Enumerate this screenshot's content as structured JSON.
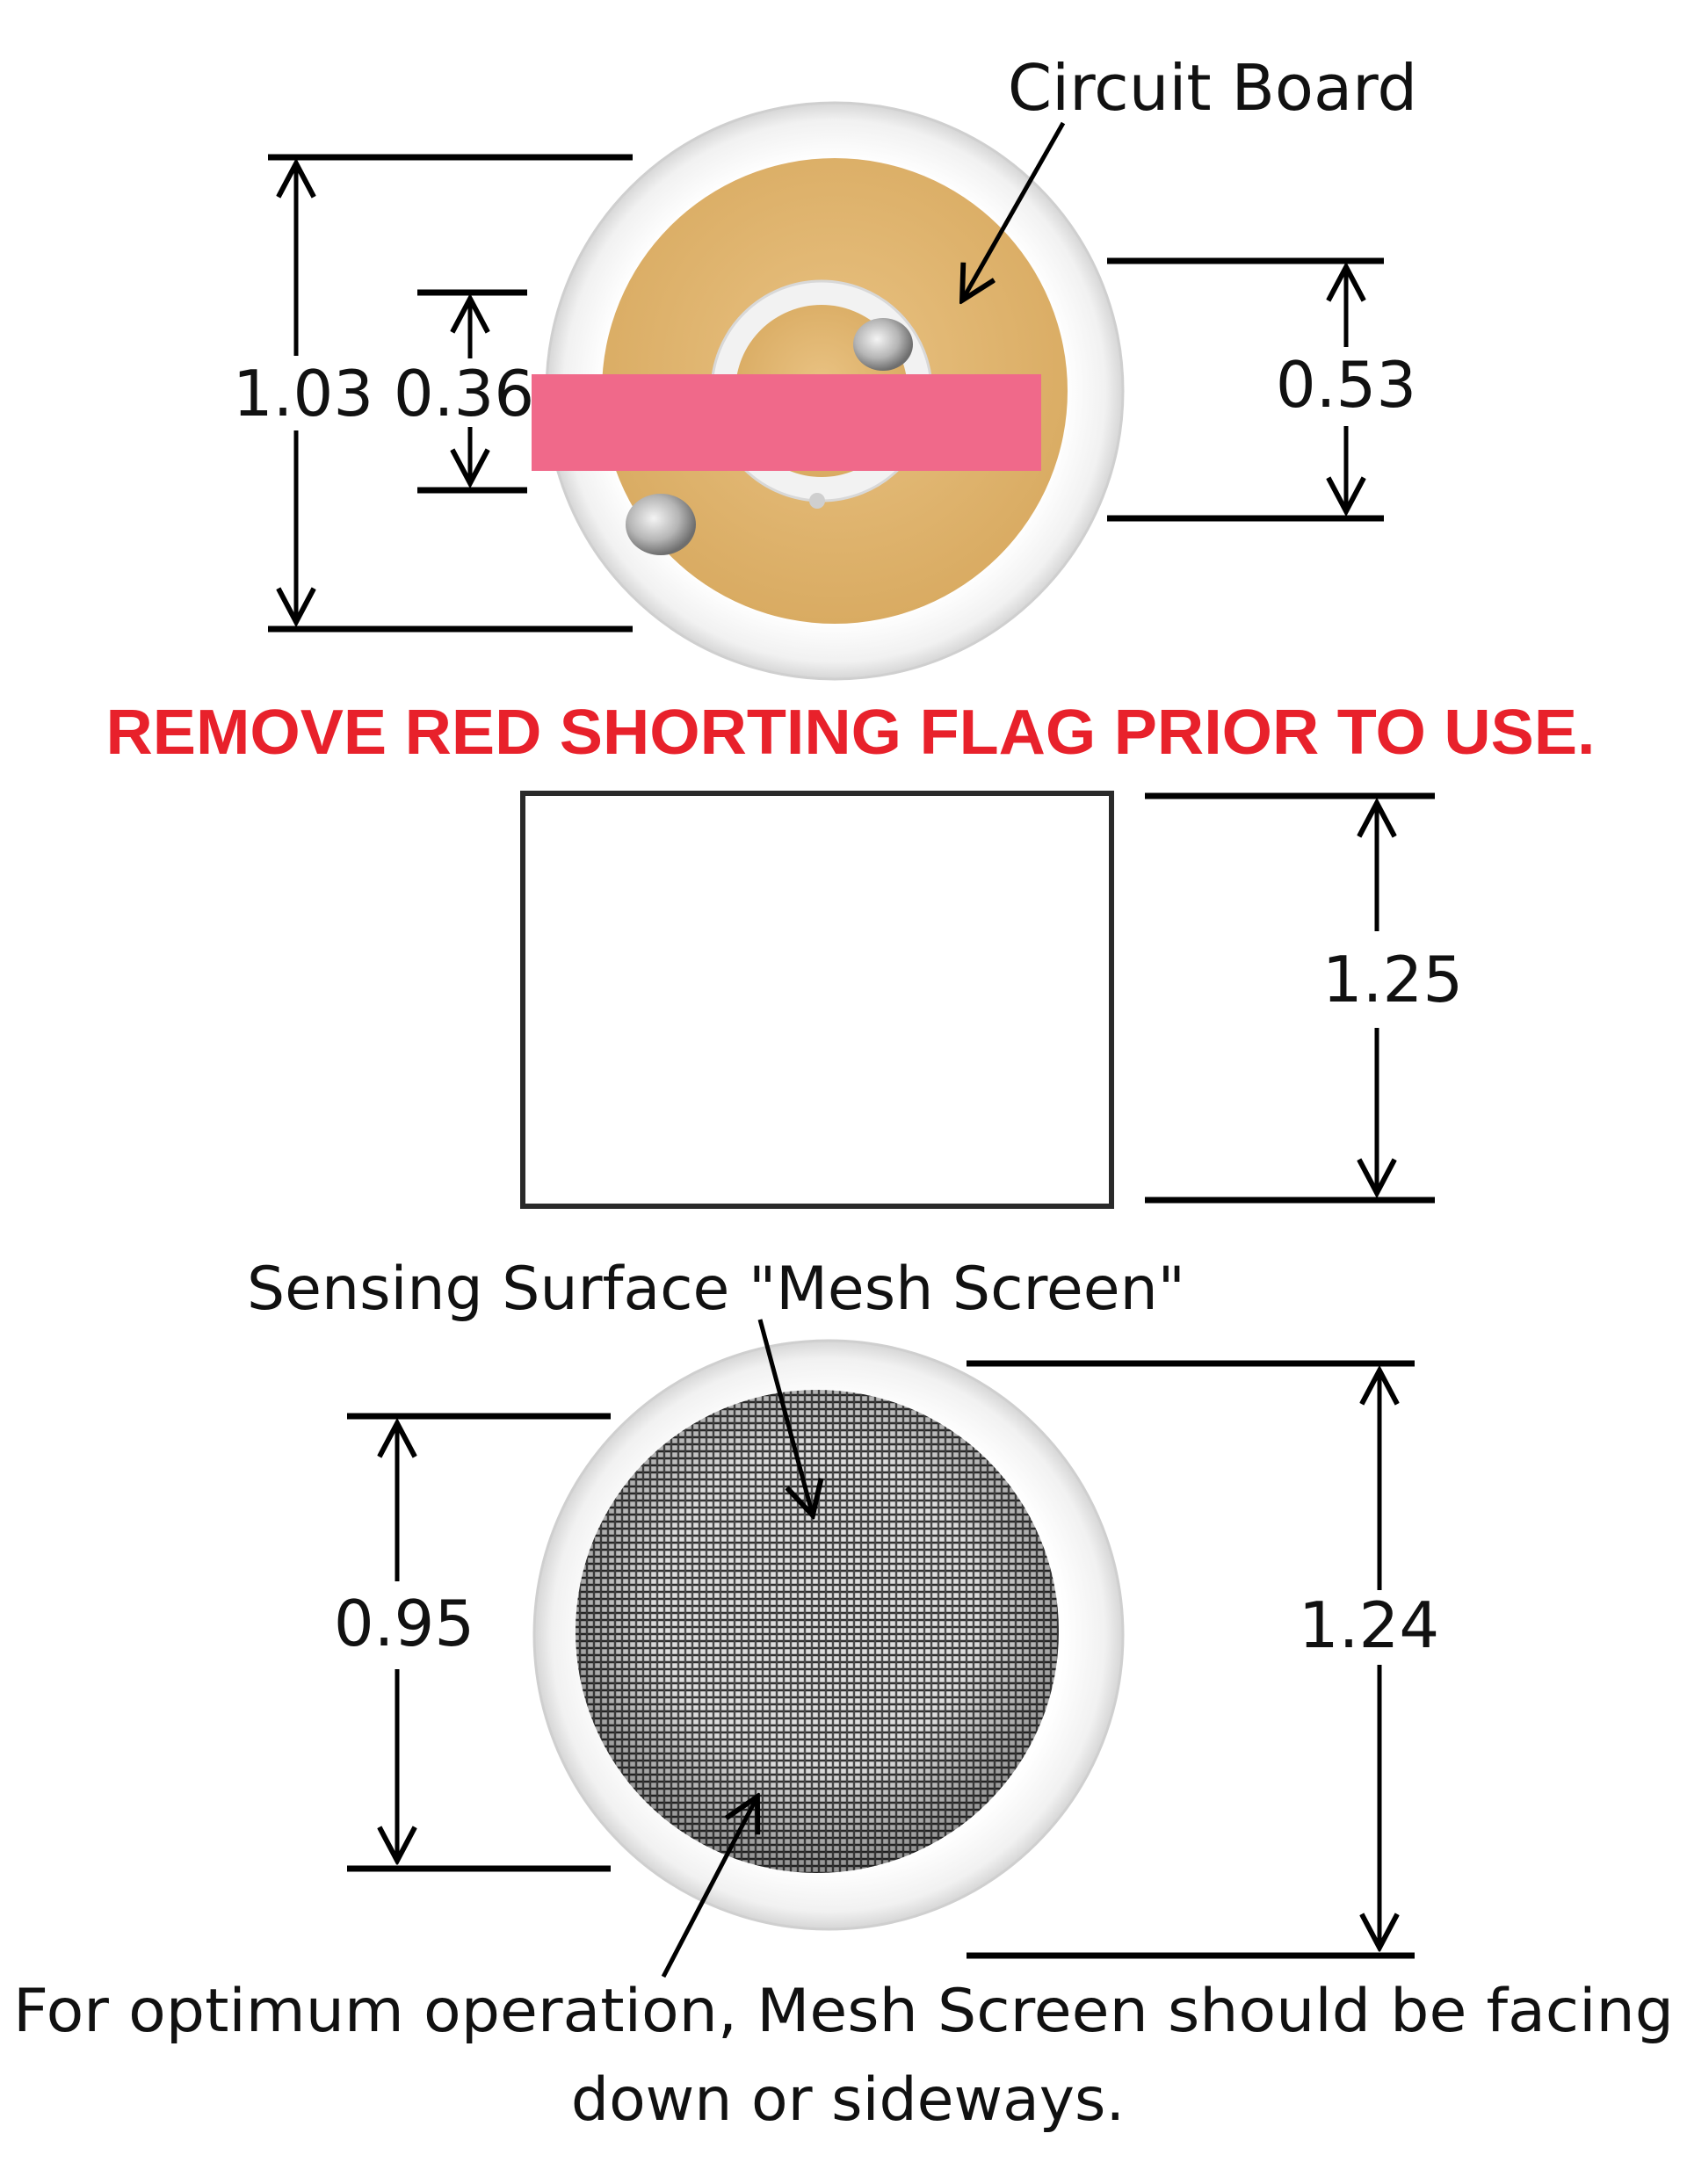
{
  "top_view": {
    "label_circuit_board": "Circuit Board",
    "dim_outer": "1.03",
    "dim_inner": "0.36",
    "dim_height": "0.53",
    "flag_color": "#f0698a",
    "board_color": "#e3b875"
  },
  "warning": {
    "text": "REMOVE RED SHORTING FLAG PRIOR TO USE.",
    "color": "#e8212b"
  },
  "side_view": {
    "dim_height": "1.25"
  },
  "bottom_view": {
    "label_mesh": "Sensing Surface \"Mesh Screen\"",
    "dim_inner": "0.95",
    "dim_outer": "1.24",
    "note_line1": "For optimum operation, Mesh Screen should be facing",
    "note_line2": "down or sideways."
  }
}
